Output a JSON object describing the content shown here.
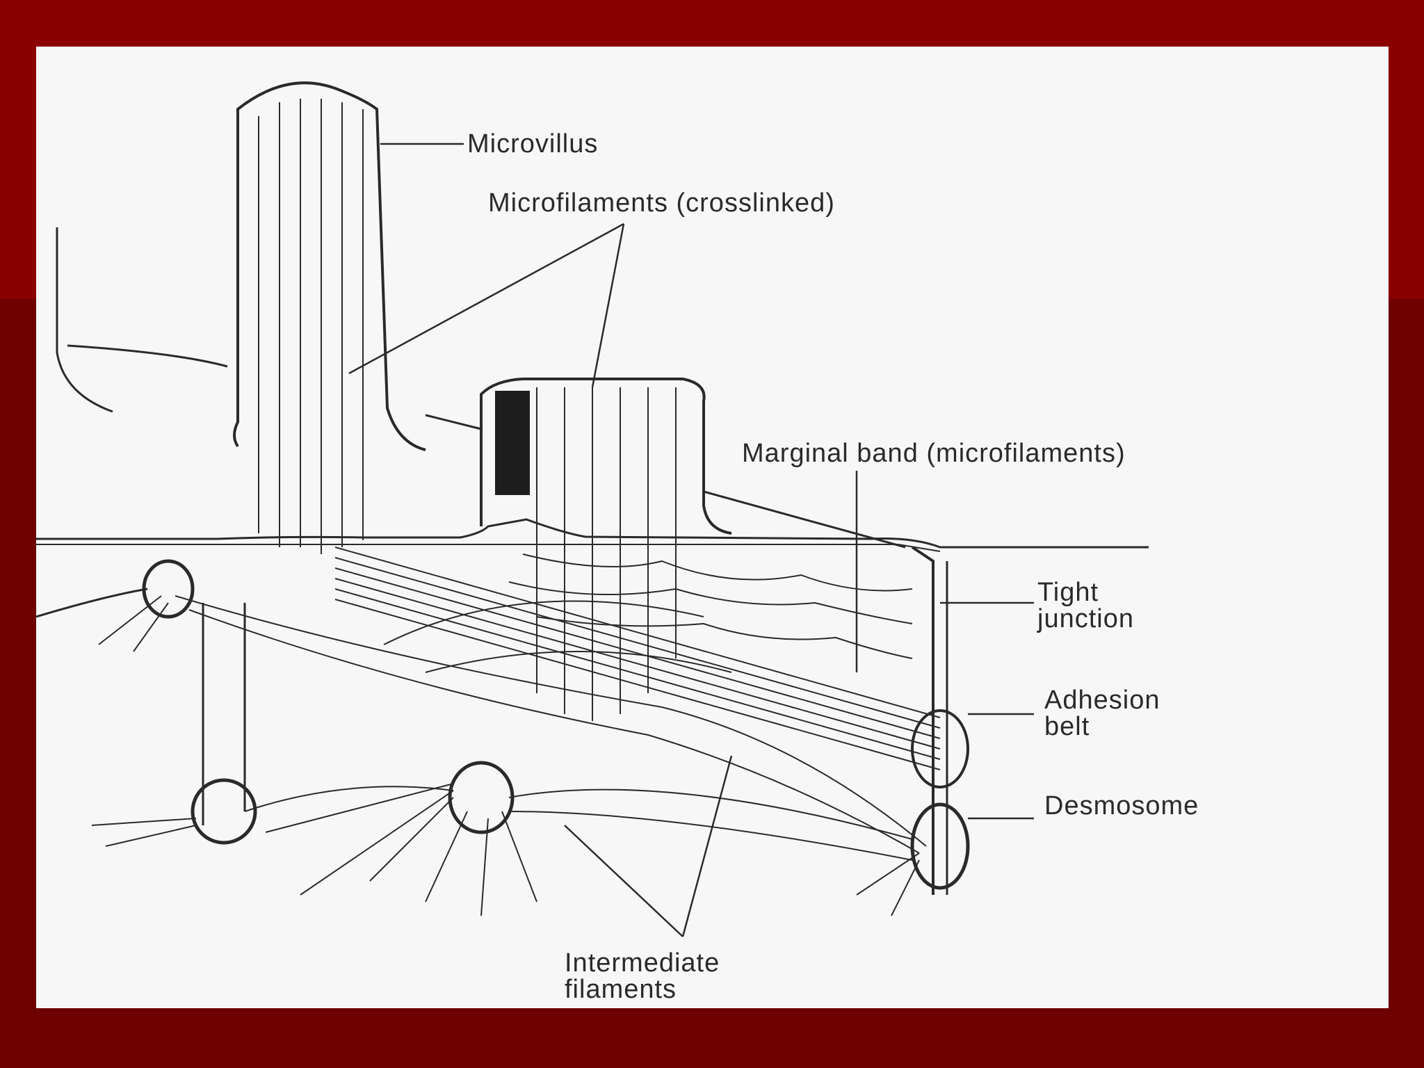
{
  "colors": {
    "slide_border": "#6e0000",
    "slide_border_light": "#8a0000",
    "panel": "#f7f7f7",
    "ink": "#2a2a2a"
  },
  "labels": {
    "microvillus": "Microvillus",
    "microfilaments": "Microfilaments (crosslinked)",
    "marginal_band": "Marginal band (microfilaments)",
    "tight_junction_line1": "Tight",
    "tight_junction_line2": "junction",
    "adhesion_belt_line1": "Adhesion",
    "adhesion_belt_line2": "belt",
    "desmosome": "Desmosome",
    "intermediate_filaments_line1": "Intermediate",
    "intermediate_filaments_line2": "filaments"
  }
}
